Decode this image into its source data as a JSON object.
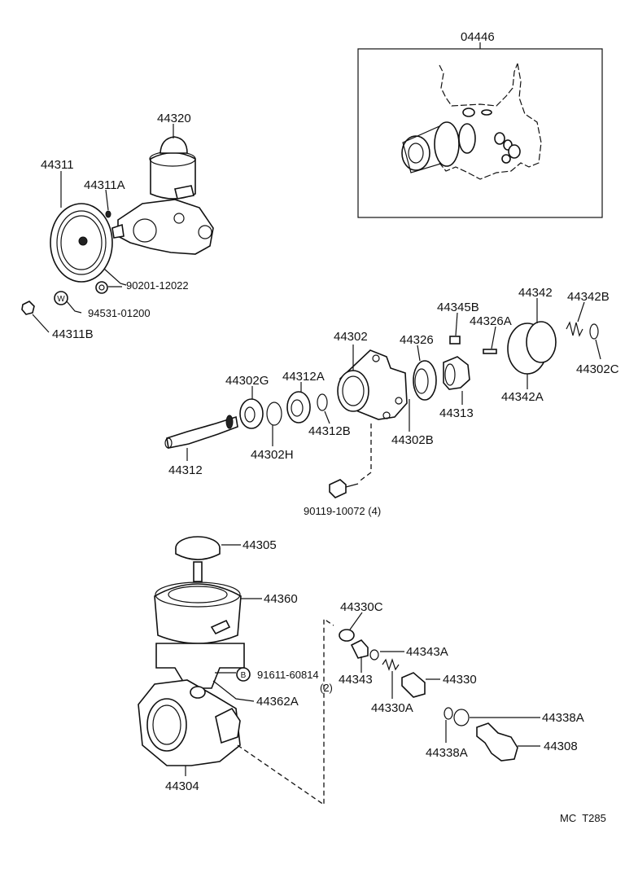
{
  "diagram": {
    "part_labels": {
      "p04446": "04446",
      "p44320": "44320",
      "p44311": "44311",
      "p44311A": "44311A",
      "p90201": "90201-12022",
      "p94531": "94531-01200",
      "p44311B": "44311B",
      "p44345B": "44345B",
      "p44342": "44342",
      "p44342B": "44342B",
      "p44302": "44302",
      "p44326": "44326",
      "p44326A": "44326A",
      "p44302G": "44302G",
      "p44312A": "44312A",
      "p44313": "44313",
      "p44342A": "44342A",
      "p44302C": "44302C",
      "p44312B": "44312B",
      "p44302B": "44302B",
      "p44302H": "44302H",
      "p44312": "44312",
      "p90119": "90119-10072 (4)",
      "p44305": "44305",
      "p44360": "44360",
      "p44330C": "44330C",
      "p44343A": "44343A",
      "p91611": "91611-60814",
      "p91611qty": "(2)",
      "p44343": "44343",
      "p44330": "44330",
      "p44362A": "44362A",
      "p44330A": "44330A",
      "p44338A_1": "44338A",
      "p44338A_2": "44338A",
      "p44308": "44308",
      "p44304": "44304"
    },
    "symbols": {
      "washer_mark": "W",
      "bolt_mark": "B"
    },
    "footer_code": "MC  T285"
  }
}
